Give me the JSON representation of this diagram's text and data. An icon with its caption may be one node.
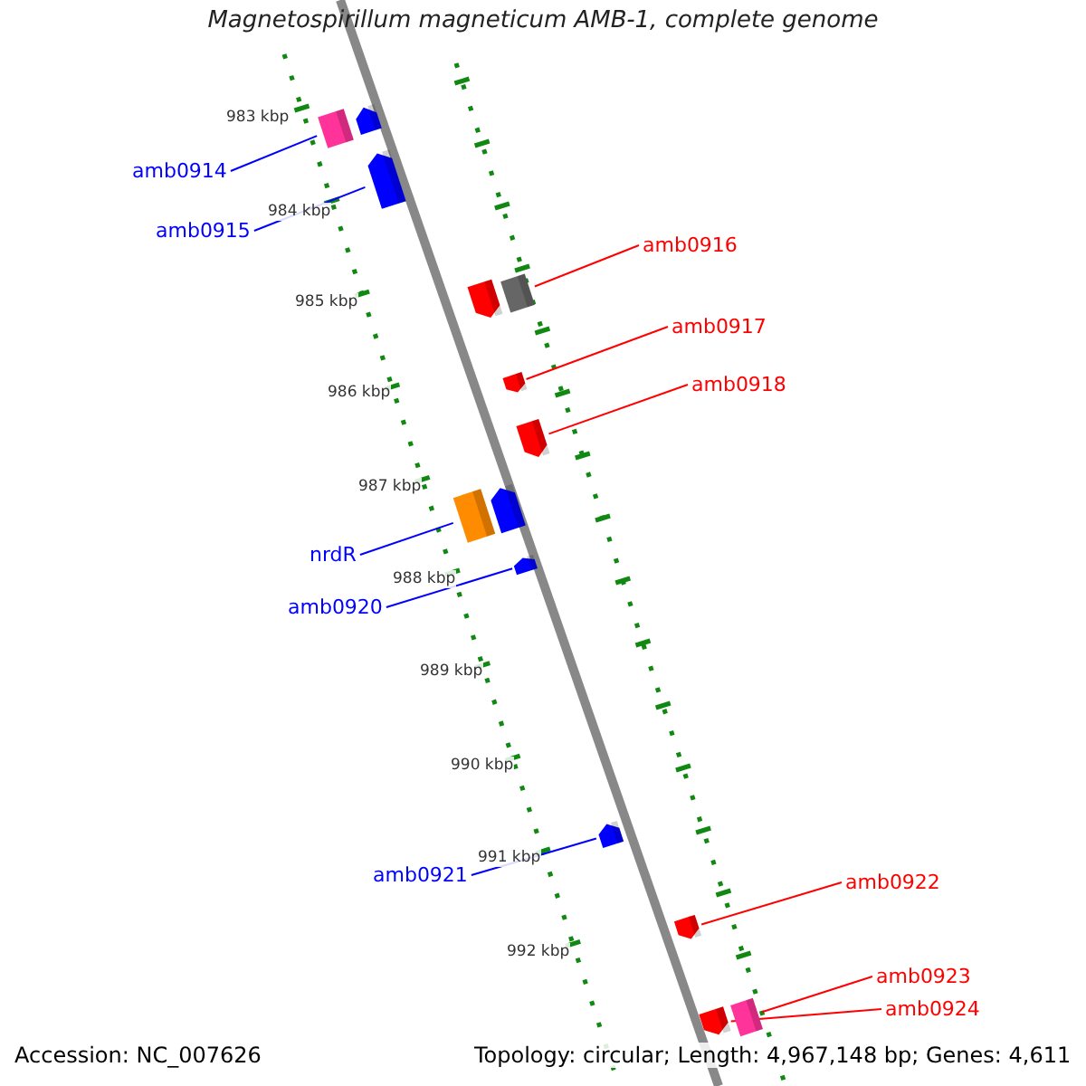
{
  "diagram": {
    "title": "Magnetospirillum magneticum AMB-1, complete genome",
    "nodes": [
      {
        "text": [
          "amb0914"
        ]
      },
      {
        "text": [
          "amb0915"
        ]
      },
      {
        "text": [
          "amb0916"
        ]
      },
      {
        "text": [
          "amb0917"
        ]
      },
      {
        "text": [
          "amb0918"
        ]
      },
      {
        "text": [
          "nrdR"
        ]
      },
      {
        "text": [
          "amb0920"
        ]
      },
      {
        "text": [
          "amb0921"
        ]
      },
      {
        "text": [
          "amb0922"
        ]
      },
      {
        "text": [
          "amb0923"
        ]
      },
      {
        "text": [
          "amb0924"
        ]
      },
      {
        "text": [],
        "shape": "box"
      },
      {
        "text": [],
        "shape": "pentagon"
      },
      {
        "text": [],
        "shape": "pentagon"
      },
      {
        "text": [],
        "shape": "pentagon"
      },
      {
        "text": [],
        "shape": "box"
      },
      {
        "text": [],
        "shape": "pentagon"
      },
      {
        "text": [],
        "shape": "pentagon"
      },
      {
        "text": [],
        "shape": "box"
      },
      {
        "text": [],
        "shape": "pentagon"
      },
      {
        "text": [],
        "shape": "pentagon"
      },
      {
        "text": [],
        "shape": "pentagon"
      },
      {
        "text": [],
        "shape": "pentagon"
      },
      {
        "text": [],
        "shape": "pentagon"
      },
      {
        "text": [],
        "shape": "box"
      }
    ],
    "edges": [
      {
        "from": 0,
        "to": 11,
        "arrow": "none",
        "color": "#0000ff"
      },
      {
        "from": 1,
        "to": 13,
        "arrow": "none",
        "color": "#0000ff"
      },
      {
        "from": 2,
        "to": 15,
        "arrow": "none"
      },
      {
        "from": 3,
        "to": 16,
        "arrow": "none"
      },
      {
        "from": 4,
        "to": 17,
        "arrow": "none"
      },
      {
        "from": 5,
        "to": 18,
        "arrow": "none",
        "color": "#0000ff"
      },
      {
        "from": 6,
        "to": 20,
        "arrow": "none",
        "color": "#0000ff"
      },
      {
        "from": 7,
        "to": 21,
        "arrow": "none",
        "color": "#0000ff"
      },
      {
        "from": 8,
        "to": 22,
        "arrow": "none"
      },
      {
        "from": 9,
        "to": 24,
        "arrow": "none"
      },
      {
        "from": 10,
        "to": 23,
        "arrow": "none"
      }
    ],
    "labels": [
      "983 kbp",
      "984 kbp",
      "985 kbp",
      "986 kbp",
      "987 kbp",
      "988 kbp",
      "989 kbp",
      "990 kbp",
      "991 kbp",
      "992 kbp",
      "Accession: NC_007626",
      "Topology: circular; Length: 4,967,148 bp; Genes: 4,611"
    ]
  }
}
